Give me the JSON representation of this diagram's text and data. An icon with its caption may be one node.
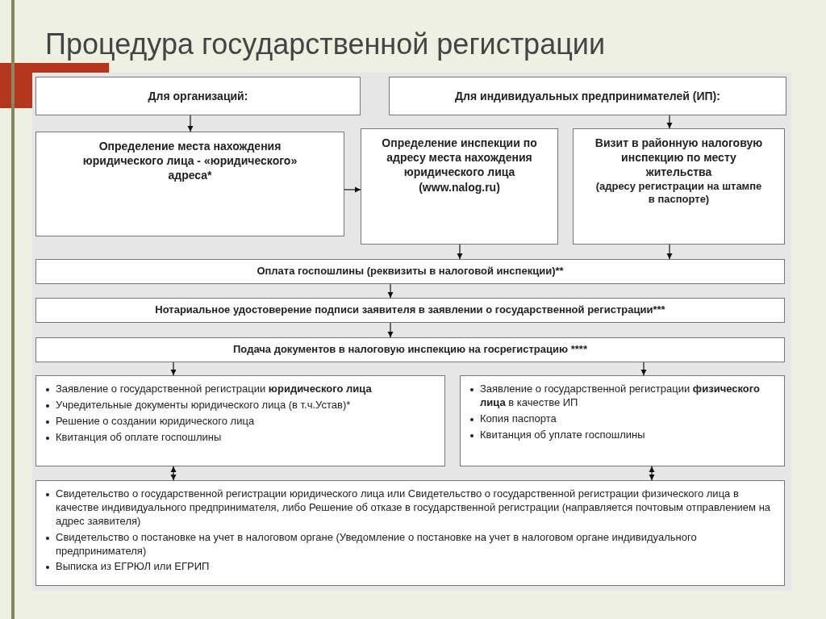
{
  "diagram": {
    "title": "Процедура государственной регистрации",
    "nodes": [
      {
        "text": [
          "Для организаций:"
        ]
      },
      {
        "text": [
          "Для индивидуальных предпринимателей (ИП):"
        ]
      },
      {
        "text": [
          "Определение места нахождения юридического лица - «юридического» адреса*"
        ]
      },
      {
        "text": [
          "Определение инспекции по адресу места нахождения юридического лица (www.nalog.ru)"
        ]
      },
      {
        "text": [
          "Визит в районную налоговую инспекцию по месту жительства",
          "(адресу регистрации на штампе в паспорте)"
        ]
      },
      {
        "text": [
          "Оплата госпошлины (реквизиты в налоговой инспекции)**"
        ]
      },
      {
        "text": [
          "Нотариальное удостоверение подписи заявителя в заявлении о государственной регистрации***"
        ]
      },
      {
        "text": [
          "Подача документов в налоговую инспекцию на госрегистрацию ****"
        ]
      },
      {
        "text": [
          "Заявление о государственной регистрации **юридического лица**",
          "Учредительные документы юридического лица (в т.ч.Устав)*",
          "Решение о создании юридического лица",
          "Квитанция об оплате госпошлины"
        ]
      },
      {
        "text": [
          "Заявление о государственной регистрации **физического лица** в качестве ИП",
          "Копия паспорта",
          "Квитанция об уплате госпошлины"
        ]
      },
      {
        "text": [
          "Свидетельство о государственной регистрации юридического лица или Свидетельство о государственной регистрации физического лица в качестве индивидуального предпринимателя, либо Решение об отказе в государственной регистрации (направляется почтовым отправлением на адрес заявителя)",
          "Свидетельство о постановке на учет в налоговом органе (Уведомление о постановке на учет в налоговом органе индивидуального предпринимателя)",
          "Выписка из ЕГРЮЛ или ЕГРИП"
        ]
      }
    ],
    "edges": [
      {
        "from": 0,
        "to": 2,
        "arrow": "to"
      },
      {
        "from": 2,
        "to": 3,
        "arrow": "to"
      },
      {
        "from": 1,
        "to": 4,
        "arrow": "to"
      },
      {
        "from": 3,
        "to": 5,
        "arrow": "to"
      },
      {
        "from": 4,
        "to": 5,
        "arrow": "to"
      },
      {
        "from": 5,
        "to": 6,
        "arrow": "to"
      },
      {
        "from": 6,
        "to": 7,
        "arrow": "to"
      },
      {
        "from": 7,
        "to": 8,
        "arrow": "to"
      },
      {
        "from": 7,
        "to": 9,
        "arrow": "to"
      },
      {
        "from": 8,
        "to": 10,
        "arrow": "both"
      },
      {
        "from": 9,
        "to": 10,
        "arrow": "both"
      }
    ]
  }
}
